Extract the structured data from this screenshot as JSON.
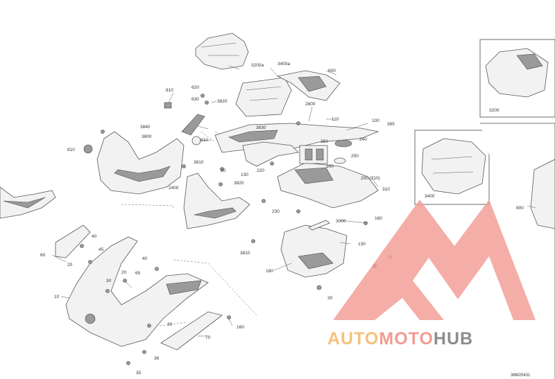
{
  "labels": {
    "l3200a": "3200a",
    "l3400a": "3400a",
    "l600": "600",
    "l620": "620",
    "l630": "630",
    "l3820a": "3820",
    "l810a": "810",
    "l3840": "3840",
    "l3800": "3800",
    "l810b": "810",
    "l810c": "810",
    "l3830": "3830",
    "l2800": "2800",
    "l110": "110",
    "l100": "100",
    "l365": "365",
    "l3810a": "3810",
    "l30a": "30",
    "l130a": "130",
    "l220": "220",
    "l350": "350",
    "l240": "240",
    "l250": "250",
    "l300": "300",
    "l200": "200 (210)",
    "l310": "310",
    "l2400": "2400",
    "l3820b": "3820",
    "l230": "230",
    "l3000": "3000",
    "l160a": "160",
    "l3810b": "3810",
    "l130b": "130",
    "l180": "180",
    "l20a": "20",
    "l30b": "30",
    "l60": "60",
    "l40a": "40",
    "l45": "45",
    "l20b": "20",
    "l10": "10",
    "l30c": "30",
    "l20c": "20",
    "l40b": "40",
    "l65": "65",
    "l30d": "30",
    "l160b": "160",
    "l70": "70",
    "l36": "36",
    "l35": "35",
    "l800": "800",
    "l3200": "3200",
    "l3400": "3400"
  },
  "watermark": {
    "part1": "AUTO",
    "part2": "MOTO",
    "part3": "HUB"
  },
  "doc_id": "38M20431",
  "colors": {
    "watermark_red": "#f29b92",
    "watermark_orange": "#f6c07c",
    "watermark_gray": "#8c8c8c"
  }
}
